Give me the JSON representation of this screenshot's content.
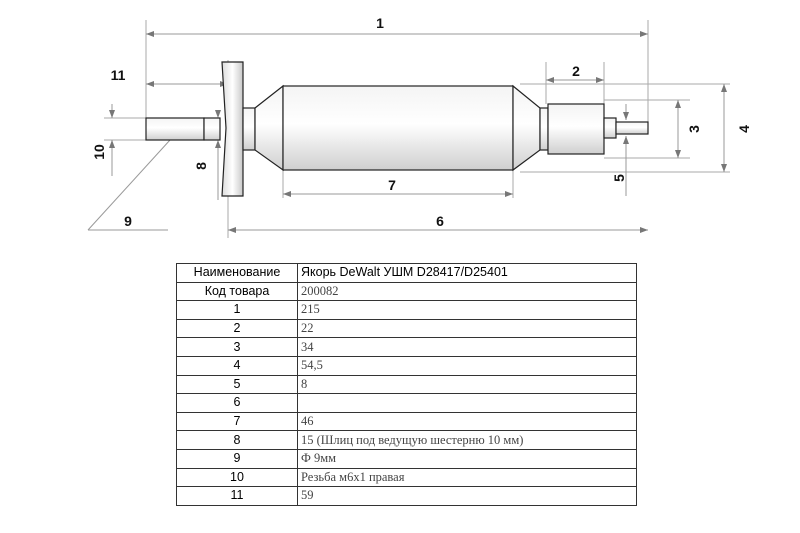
{
  "dimension_labels": {
    "d1": "1",
    "d2": "2",
    "d3": "3",
    "d4": "4",
    "d5": "5",
    "d6": "6",
    "d7": "7",
    "d8": "8",
    "d9": "9",
    "d10": "10",
    "d11": "11"
  },
  "spec_table": {
    "rows": [
      {
        "key": "Наименование",
        "value": "Якорь DeWalt УШМ D28417/D25401"
      },
      {
        "key": "Код товара",
        "value": "200082"
      },
      {
        "key": "1",
        "value": "215"
      },
      {
        "key": "2",
        "value": "22"
      },
      {
        "key": "3",
        "value": "34"
      },
      {
        "key": "4",
        "value": "54,5"
      },
      {
        "key": "5",
        "value": "8"
      },
      {
        "key": "6",
        "value": ""
      },
      {
        "key": "7",
        "value": "46"
      },
      {
        "key": "8",
        "value": "15 (Шлиц под ведущую шестерню 10 мм)"
      },
      {
        "key": "9",
        "value": "Ф 9мм"
      },
      {
        "key": "10",
        "value": "Резьба м6х1 правая"
      },
      {
        "key": "11",
        "value": "59"
      }
    ]
  }
}
